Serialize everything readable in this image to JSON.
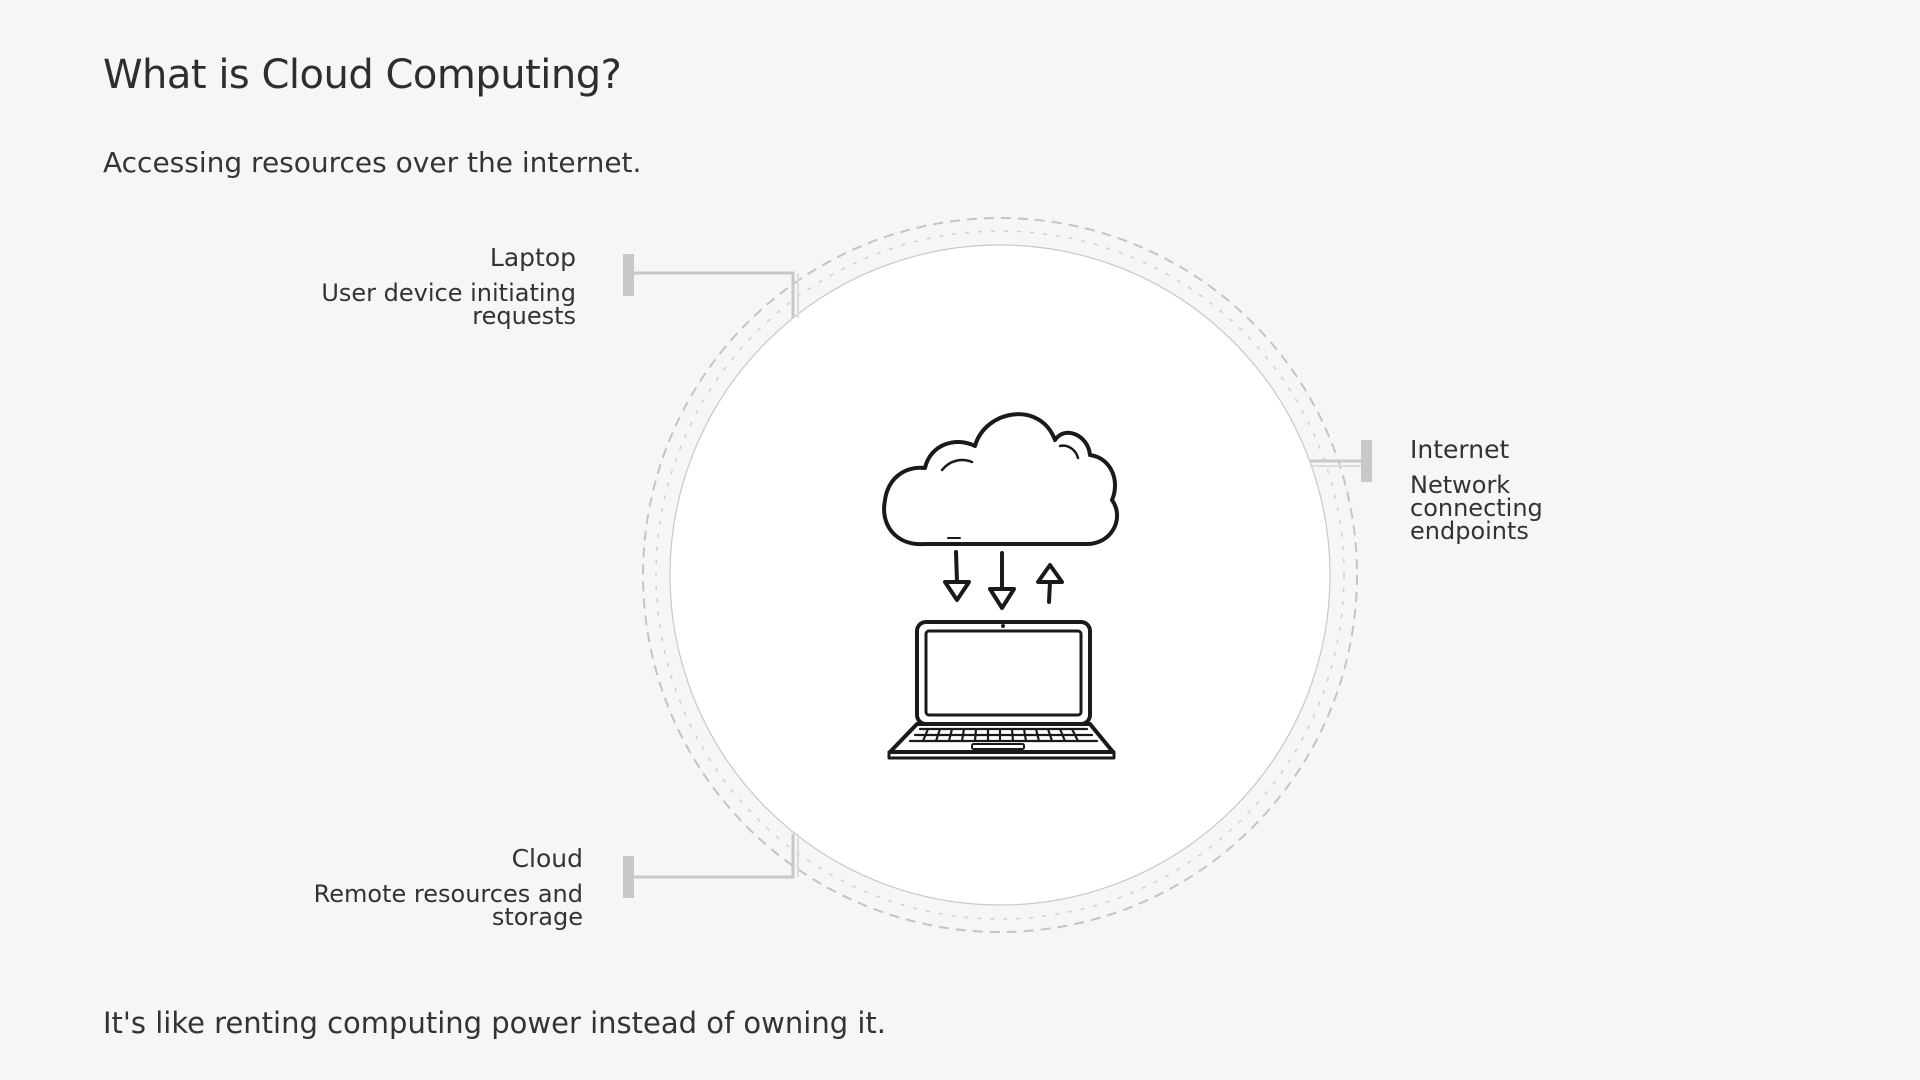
{
  "slide": {
    "title": "What is Cloud Computing?",
    "subtitle": "Accessing resources over the internet.",
    "footer": "It's like renting computing power instead of owning it."
  },
  "diagram": {
    "center_icons": [
      "cloud-icon",
      "download-arrow-icon",
      "download-arrow-icon",
      "upload-arrow-icon",
      "laptop-icon"
    ],
    "callouts": [
      {
        "name": "Laptop",
        "description": "User device initiating requests"
      },
      {
        "name": "Internet",
        "description": "Network connecting endpoints"
      },
      {
        "name": "Cloud",
        "description": "Remote resources and storage"
      }
    ]
  },
  "colors": {
    "background": "#f6f6f6",
    "circle_fill": "#ffffff",
    "ring": "#c4c4c4",
    "connector": "#c8c8c8",
    "ink": "#1a1a1a",
    "text": "#333333"
  }
}
